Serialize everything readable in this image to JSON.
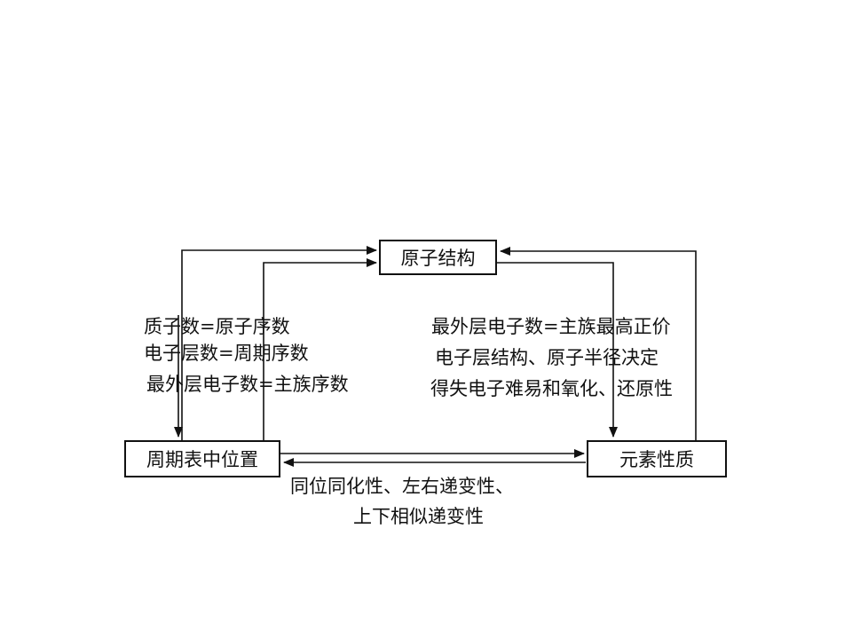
{
  "nodes": {
    "structure": "原子结构",
    "position": "周期表中位置",
    "properties": "元素性质"
  },
  "left_labels": [
    "质子数=原子序数",
    "电子层数=周期序数",
    "最外层电子数=主族序数"
  ],
  "right_labels": [
    "最外层电子数=主族最高正价",
    "电子层结构、原子半径决定",
    "得失电子难易和氧化、还原性"
  ],
  "bottom_labels": [
    "同位同化性、左右递变性、",
    "上下相似递变性"
  ]
}
